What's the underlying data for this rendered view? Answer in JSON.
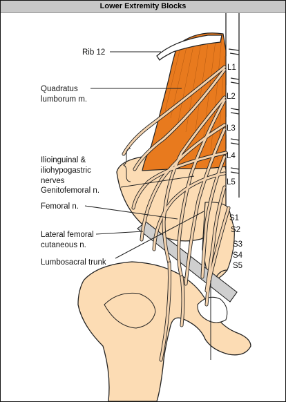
{
  "header": {
    "title": "Lower Extremity Blocks"
  },
  "labels": {
    "rib12": "Rib 12",
    "ql_1": "Quadratus",
    "ql_2": "lumborum m.",
    "ilio_1": "Ilioinguinal &",
    "ilio_2": "iliohypogastric",
    "ilio_3": "nerves",
    "genito": "Genitofemoral n.",
    "femoral": "Femoral n.",
    "lfc_1": "Lateral femoral",
    "lfc_2": "cutaneous n.",
    "lst": "Lumbosacral trunk"
  },
  "vertebrae": {
    "l1": "L1",
    "l2": "L2",
    "l3": "L3",
    "l4": "L4",
    "l5": "L5",
    "s1": "S1",
    "s2": "S2",
    "s3": "S3",
    "s4": "S4",
    "s5": "S5"
  },
  "colors": {
    "bone": "#fcdcb4",
    "muscle": "#e87a1e",
    "nerve": "#f4d3ae",
    "ligament": "#cfcfcf",
    "outline": "#222222"
  }
}
